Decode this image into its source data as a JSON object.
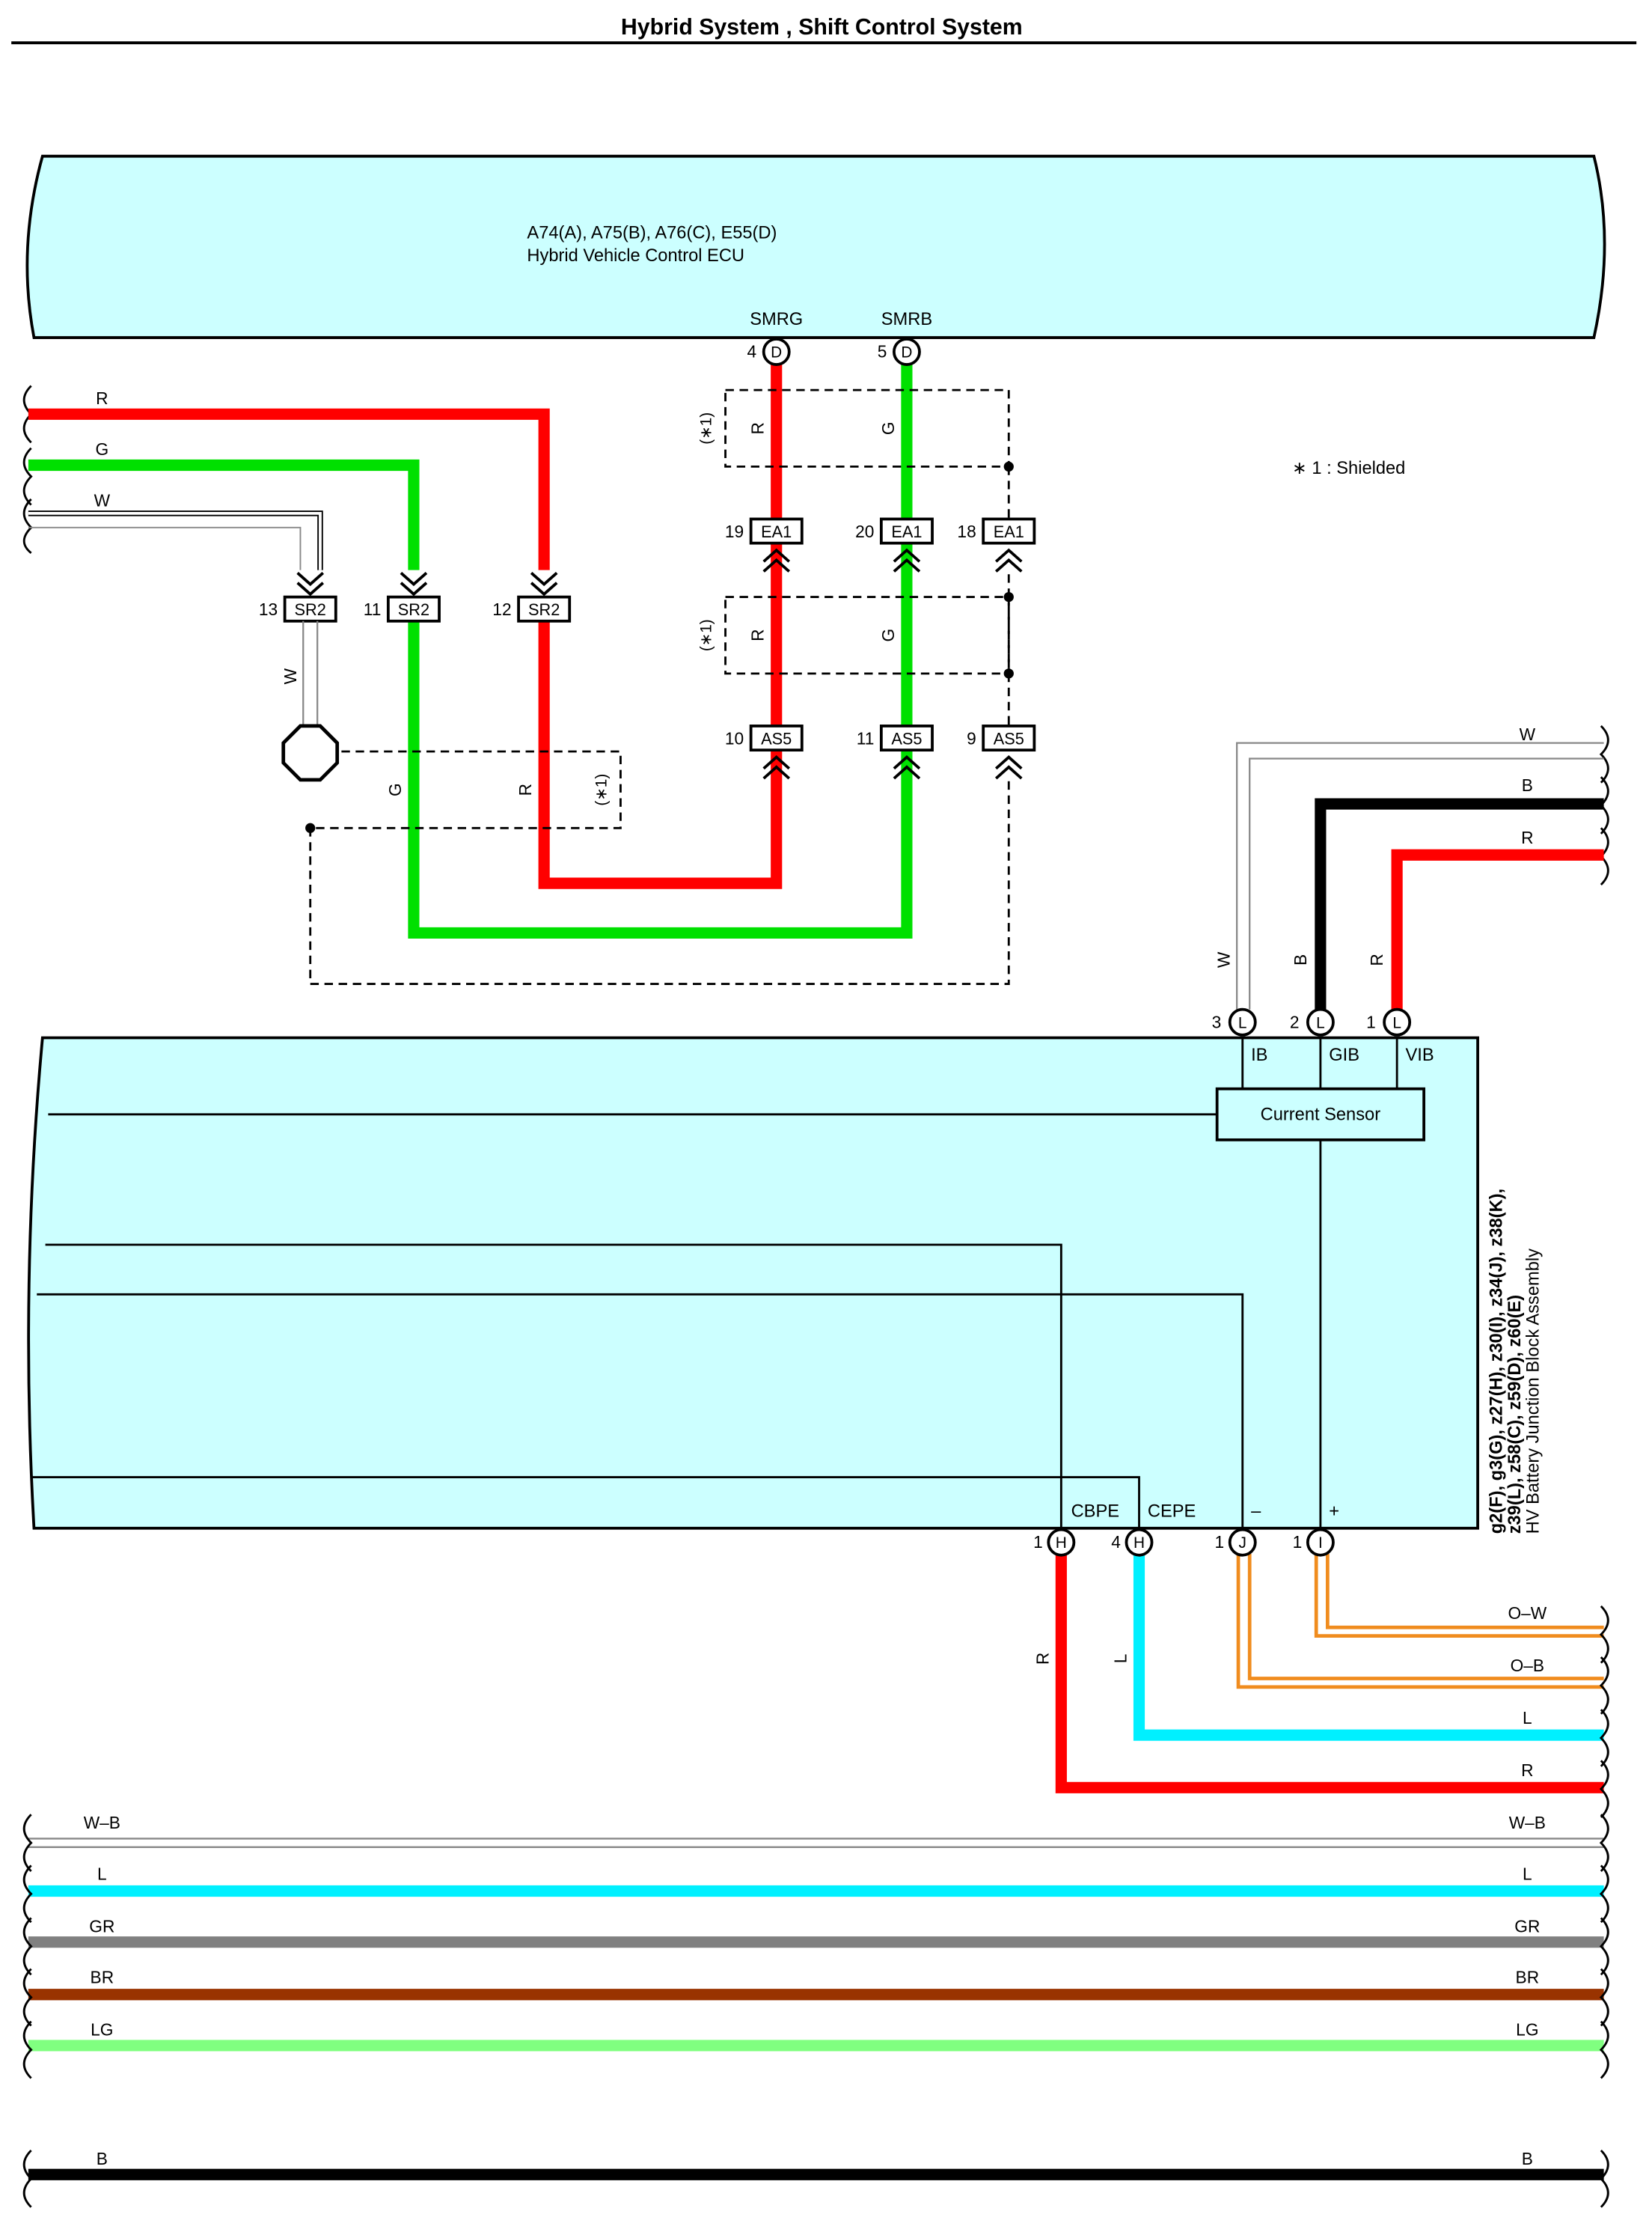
{
  "page": {
    "title": "Hybrid System , Shift Control System"
  },
  "ecu": {
    "connectors": "A74(A), A75(B), A76(C), E55(D)",
    "name": "Hybrid Vehicle Control ECU"
  },
  "ecu_terminals": [
    {
      "name": "SMRG",
      "pin": "4",
      "conn": "D",
      "wire": "R"
    },
    {
      "name": "SMRB",
      "pin": "5",
      "conn": "D",
      "wire": "G"
    }
  ],
  "shield_note": "∗ 1 : Shielded",
  "shield_mark": "(∗1)",
  "left_wires": [
    "R",
    "G",
    "W"
  ],
  "sr2_connectors": [
    {
      "pin": "13",
      "conn": "SR2",
      "wire": "W"
    },
    {
      "pin": "11",
      "conn": "SR2",
      "wire": "G"
    },
    {
      "pin": "12",
      "conn": "SR2",
      "wire": "R"
    }
  ],
  "ea1_connectors": [
    {
      "pin": "19",
      "conn": "EA1"
    },
    {
      "pin": "20",
      "conn": "EA1"
    },
    {
      "pin": "18",
      "conn": "EA1"
    }
  ],
  "as5_connectors": [
    {
      "pin": "10",
      "conn": "AS5"
    },
    {
      "pin": "11",
      "conn": "AS5"
    },
    {
      "pin": "9",
      "conn": "AS5"
    }
  ],
  "right_top_wires": [
    "W",
    "B",
    "R"
  ],
  "junction_block": {
    "line1": "g2(F), g3(G), z27(H), z30(I), z34(J), z38(K),",
    "line2": "z39(L), z58(C), z59(D), z60(E)",
    "line3": "HV Battery Junction Block Assembly",
    "current_sensor": "Current Sensor",
    "top_terminals": [
      {
        "pin": "3",
        "conn": "L",
        "name": "IB",
        "wire": "W"
      },
      {
        "pin": "2",
        "conn": "L",
        "name": "GIB",
        "wire": "B"
      },
      {
        "pin": "1",
        "conn": "L",
        "name": "VIB",
        "wire": "R"
      }
    ],
    "bottom_terminals": [
      {
        "pin": "1",
        "conn": "H",
        "name": "CBPE",
        "wire": "R"
      },
      {
        "pin": "4",
        "conn": "H",
        "name": "CEPE",
        "wire": "L"
      },
      {
        "pin": "1",
        "conn": "J",
        "name": "–",
        "wire": ""
      },
      {
        "pin": "1",
        "conn": "I",
        "name": "+",
        "wire": ""
      }
    ]
  },
  "right_bottom_wires": [
    "O–W",
    "O–B",
    "L",
    "R"
  ],
  "bus_wires": [
    "W–B",
    "L",
    "GR",
    "BR",
    "LG",
    "B"
  ],
  "colors": {
    "R": "#ff0000",
    "G": "#00e000",
    "W": "#ffffff",
    "B": "#000000",
    "L": "#00f0ff",
    "GR": "#808080",
    "BR": "#993300",
    "LG": "#80ff80",
    "O": "#f08c1e",
    "panel": "#ccffff"
  }
}
